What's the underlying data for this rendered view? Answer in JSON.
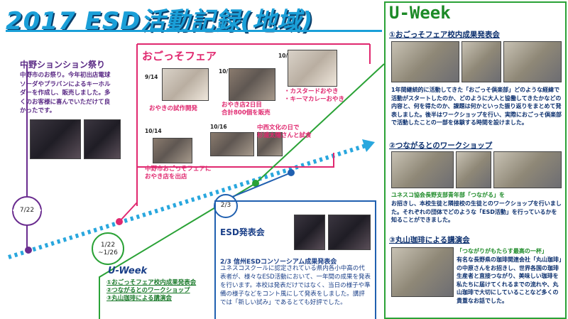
{
  "title": "2017 ESD活動記録(地域)",
  "nakano": {
    "title": "中野ションション祭り",
    "text": "中野市のお祭り。今年初出店電球ソーダやプラバンによるキーホルダーを作成し、販売しました。多くのお客様に喜んでいただけて良かったです。",
    "date": "7/22"
  },
  "okoso": {
    "title": "おごっそフェア",
    "d1": "9/14",
    "c1": "おやきの試作開発",
    "d2": "10/15",
    "c2a": "おやき店2日目",
    "c2b": "合計800個を販売",
    "d3": "10/15",
    "c3a": "・カスタードおやき",
    "c3b": "・キーマカレーおやき",
    "d4": "10/14",
    "c4a": "中野市おごっそフェアに",
    "c4b": "おやき店を出店",
    "d5": "10/16",
    "c5a": "中西文化の日で",
    "c5b": "杉浦太陽さんと試食"
  },
  "esd": {
    "date": "2/3",
    "title": "ESD発表会",
    "subtitle": "2/3 信州ESDコンソーシアム成果発表会",
    "text": "ユネスコスクールに認定されている県内各小中高の代表者が、様々なESD活動において、一年間の成果を発表を行います。本校は発表だけではなく、当日の様子や準備の様子などをコント風にして発表をしました。講評では「新しい試み」であるとても好評でした。"
  },
  "uweek_bottom": {
    "date": "1/22 ~1/26",
    "title": "U-Week",
    "items": [
      "①おごっそフェア校内成果発表会",
      "②つながるとのワークショップ",
      "③丸山珈琲による講演会"
    ]
  },
  "uweek_panel": {
    "title": "U-Week",
    "s1_title": "①おごっそフェア校内成果発表会",
    "s1_text": "1年間継続的に活動してきた「おごっそ倶楽部」どのような経緯で活動がスタートしたのか、どのように大人と協働してきたかなどの内容と、何を得たのか、課題は何かといった振り返りをまとめて発表しました。後半はワークショップを行い、実際におごっそ倶楽部で活動したことの一部を体験する時間を設けました。",
    "s2_title": "②つながるとのワークショップ",
    "s2_text_accent": "ユネスコ協会長野支部青年部「つながる」を",
    "s2_text": "お招きし、本校生徒と隣接校の生徒とのワークショップを行いました。それぞれの団体でどのような「ESD活動」を行っているかを知ることができました。",
    "s3_title": "③丸山珈琲による講演会",
    "s3_text_accent": "「つながりがもたらす最高の一杯」",
    "s3_text": "有名な長野県の珈琲関連会社「丸山珈琲」の中原さんをお招きし、世界各国の珈琲生産者と直接つながり、美味しい珈琲を私たちに届けてくれるまでの流れや、丸山珈琲で大切にしていることなど多くの貴重なお話でした。"
  },
  "colors": {
    "title": "#1a9fd8",
    "purple": "#6a2c8f",
    "pink": "#e0286f",
    "green": "#2aa236",
    "blue": "#2060b0",
    "arrow": "#29a7de"
  }
}
